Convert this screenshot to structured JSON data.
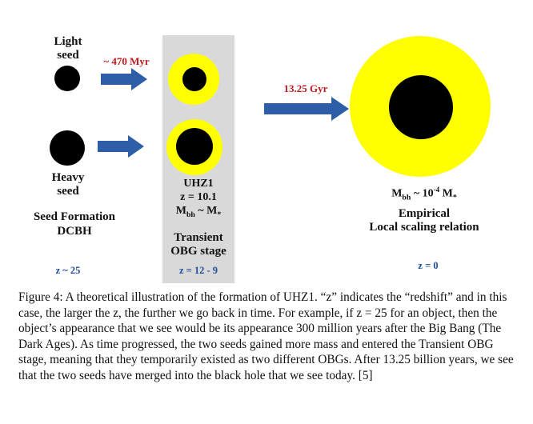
{
  "figure": {
    "light_seed": {
      "line1": "Light",
      "line2": "seed"
    },
    "heavy_seed": {
      "line1": "Heavy",
      "line2": "seed"
    },
    "seed_formation": {
      "line1": "Seed Formation",
      "line2": "DCBH"
    },
    "arrow_top_time": "~ 470 Myr",
    "arrow_right_time": "13.25 Gyr",
    "z_left": "z ~ 25",
    "middle": {
      "name": "UHZ1",
      "z": "z = 10.1",
      "mass_prefix": "M",
      "mass_sub": "bh",
      "mass_suffix": " ~ M",
      "mass_sun_sub": "*",
      "stage_line1": "Transient",
      "stage_line2": "OBG stage",
      "z_range": "z = 12 - 9"
    },
    "right": {
      "mass_prefix": "M",
      "mass_sub": "bh",
      "mass_mid": " ~ 10",
      "mass_exp": "-4",
      "mass_suffix": " M",
      "mass_sun_sub": "*",
      "rel_line1": "Empirical",
      "rel_line2": "Local scaling relation",
      "z_now": "z = 0"
    },
    "colors": {
      "panel": "#d9d9d9",
      "halo": "#ffff00",
      "hole": "#000000",
      "arrow": "#2f5ea8",
      "blue_text": "#1f4e9a",
      "red_text": "#c0181c"
    }
  },
  "caption": "Figure 4: A theoretical illustration of the formation of UHZ1. “z” indicates the “redshift” and in this case, the larger the z, the further we go back in time. For example, if z = 25 for an object, then the object’s appearance that we see would be its appearance 300 million years after the Big Bang (The Dark Ages). As time progressed, the two seeds gained more mass and entered the Transient OBG stage, meaning that they temporarily existed as two different OBGs. After 13.25 billion years, we see that the two seeds have merged into the black hole that we see today. [5]"
}
